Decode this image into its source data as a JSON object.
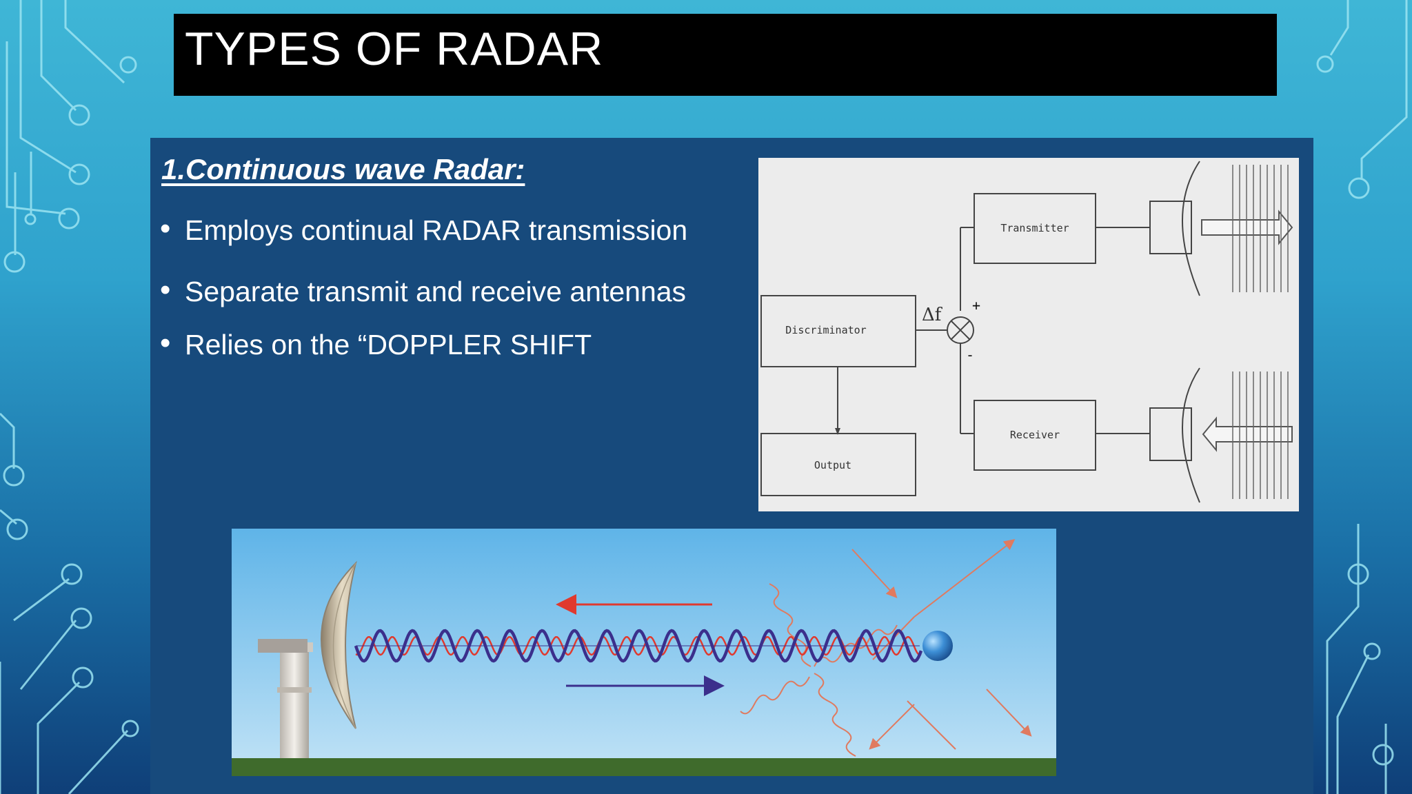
{
  "slide": {
    "title": "TYPES OF RADAR",
    "section_heading": "1.Continuous wave Radar:",
    "bullets": [
      "Employs continual RADAR transmission",
      "Separate transmit and receive antennas",
      "Relies on the “DOPPLER SHIFT"
    ]
  },
  "diagram": {
    "transmitter_label": "Transmitter",
    "receiver_label": "Receiver",
    "discriminator_label": "Discriminator",
    "output_label": "Output",
    "delta_f_label": "Δf",
    "plus_sign": "+",
    "minus_sign": "-"
  },
  "colors": {
    "title_bar": "#000000",
    "panel": "#174a7c",
    "wave_outgoing": "#3b2f8c",
    "wave_reflected": "#e0392e",
    "scatter": "#e07a5f"
  }
}
